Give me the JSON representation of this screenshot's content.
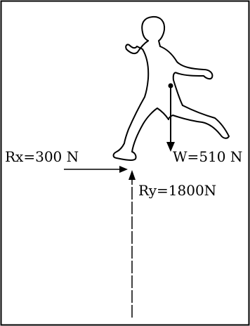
{
  "figure": {
    "labels": {
      "rx": "Rx=300 N",
      "w": "W=510 N",
      "ry": "Ry=1800N"
    },
    "forces": [
      {
        "id": "rx",
        "magnitude": 300,
        "unit": "N",
        "direction": "right"
      },
      {
        "id": "w",
        "magnitude": 510,
        "unit": "N",
        "direction": "down"
      },
      {
        "id": "ry",
        "magnitude": 1800,
        "unit": "N",
        "direction": "up"
      }
    ]
  }
}
